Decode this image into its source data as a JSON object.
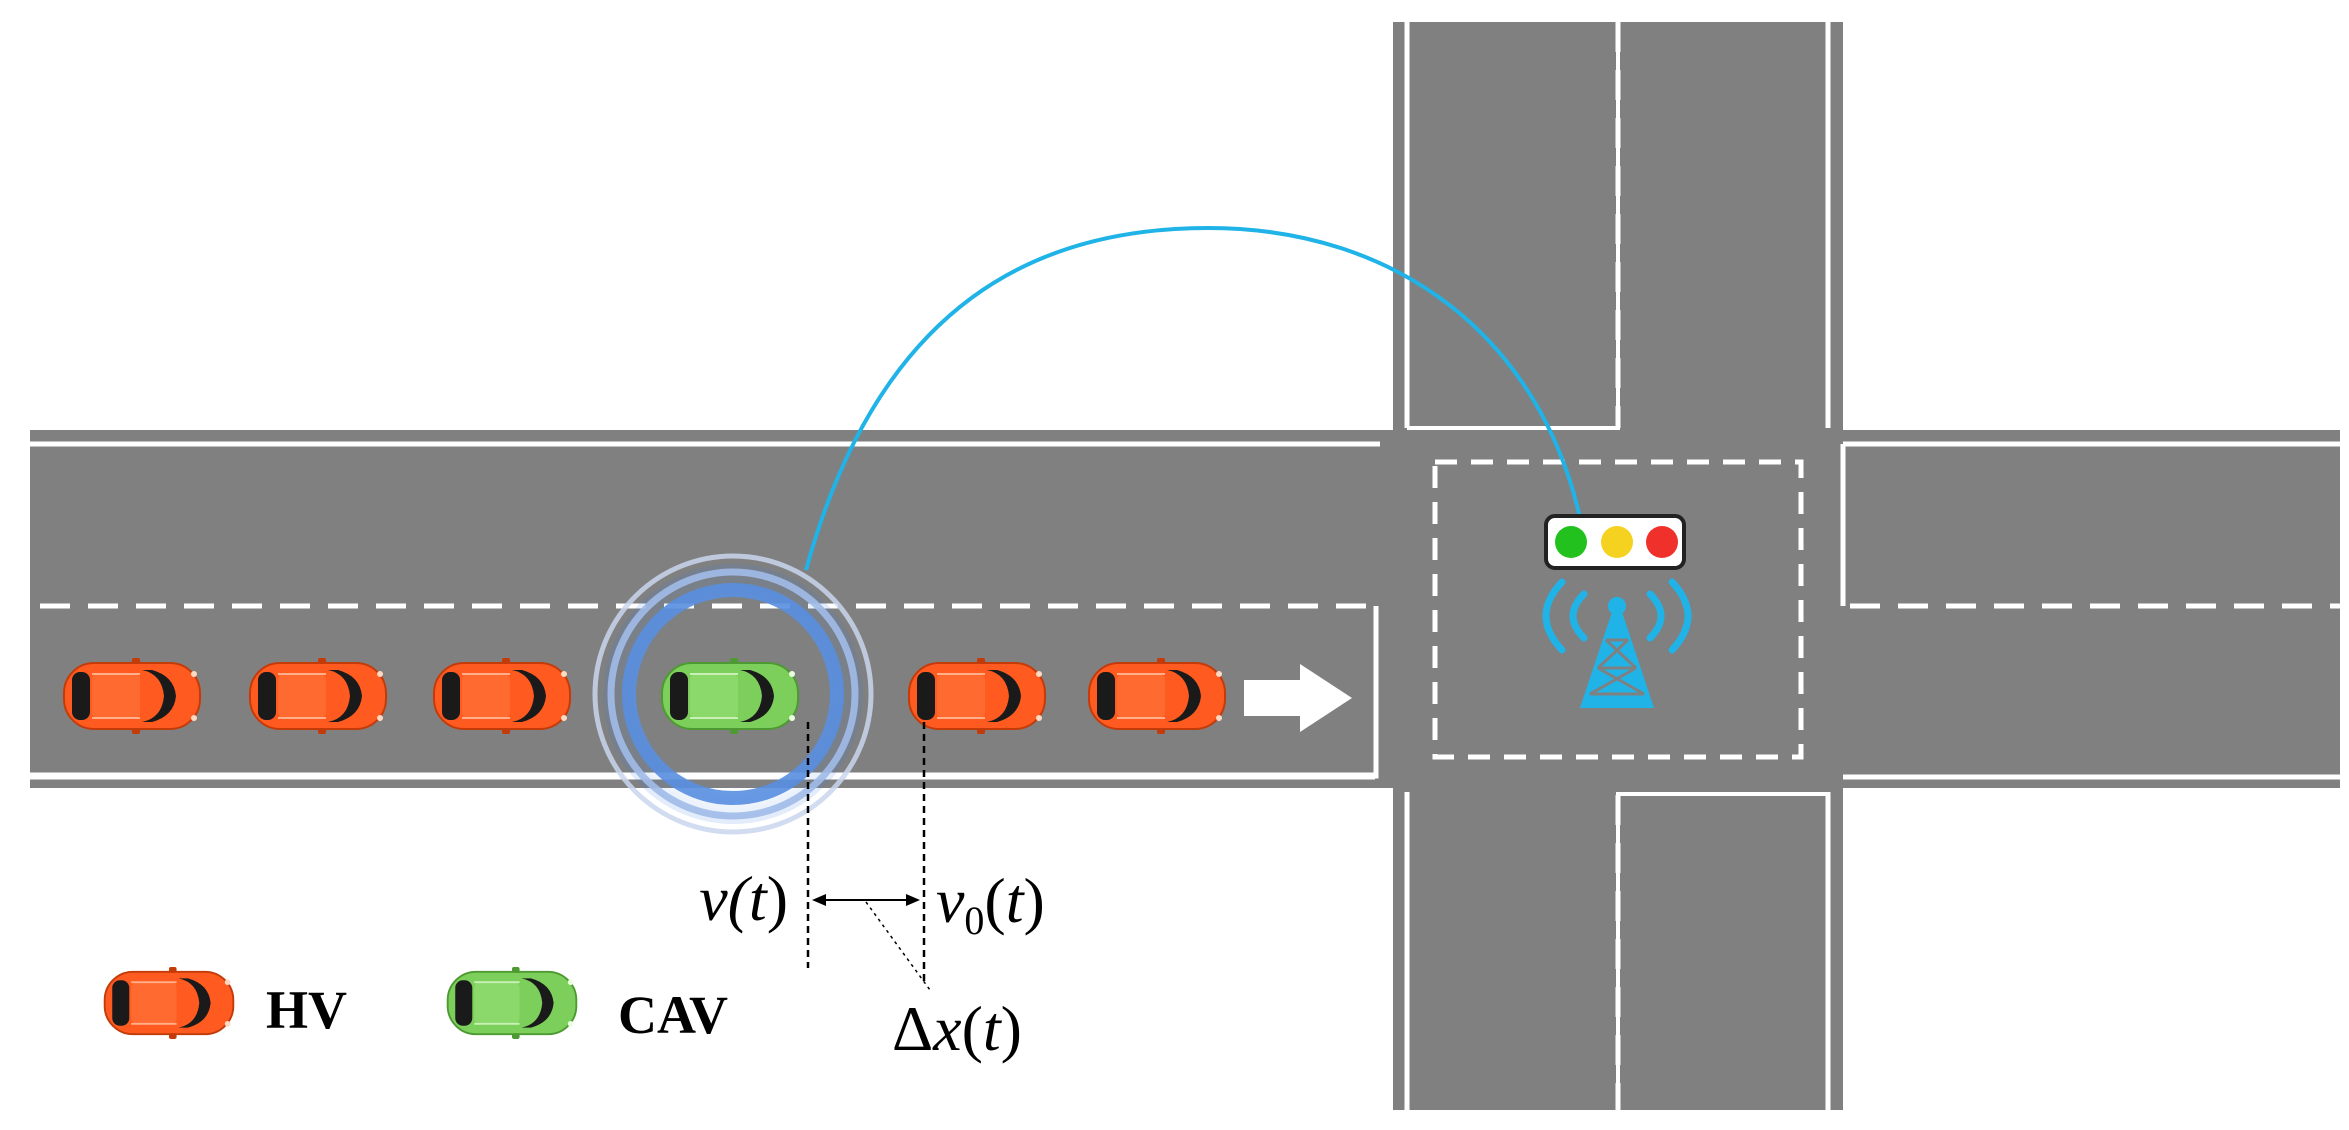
{
  "labels": {
    "cav_velocity": "v(t)",
    "leader_velocity": "v0(t)",
    "gap": "Δx(t)"
  },
  "legend": {
    "hv_label": "HV",
    "cav_label": "CAV"
  },
  "colors": {
    "road": "#808080",
    "lane_marking": "#ffffff",
    "hv_car": "#ff5a1f",
    "cav_car": "#7ccf5a",
    "communication_link": "#1fb3e8",
    "rsu_tower": "#1fb3e8",
    "signal_green": "#22c11e",
    "signal_yellow": "#f5d21f",
    "signal_red": "#f0302a"
  },
  "scene": {
    "hv_vehicle_count": 5,
    "cav_vehicle_count": 1,
    "signal_lights": [
      "green",
      "yellow",
      "red"
    ]
  }
}
